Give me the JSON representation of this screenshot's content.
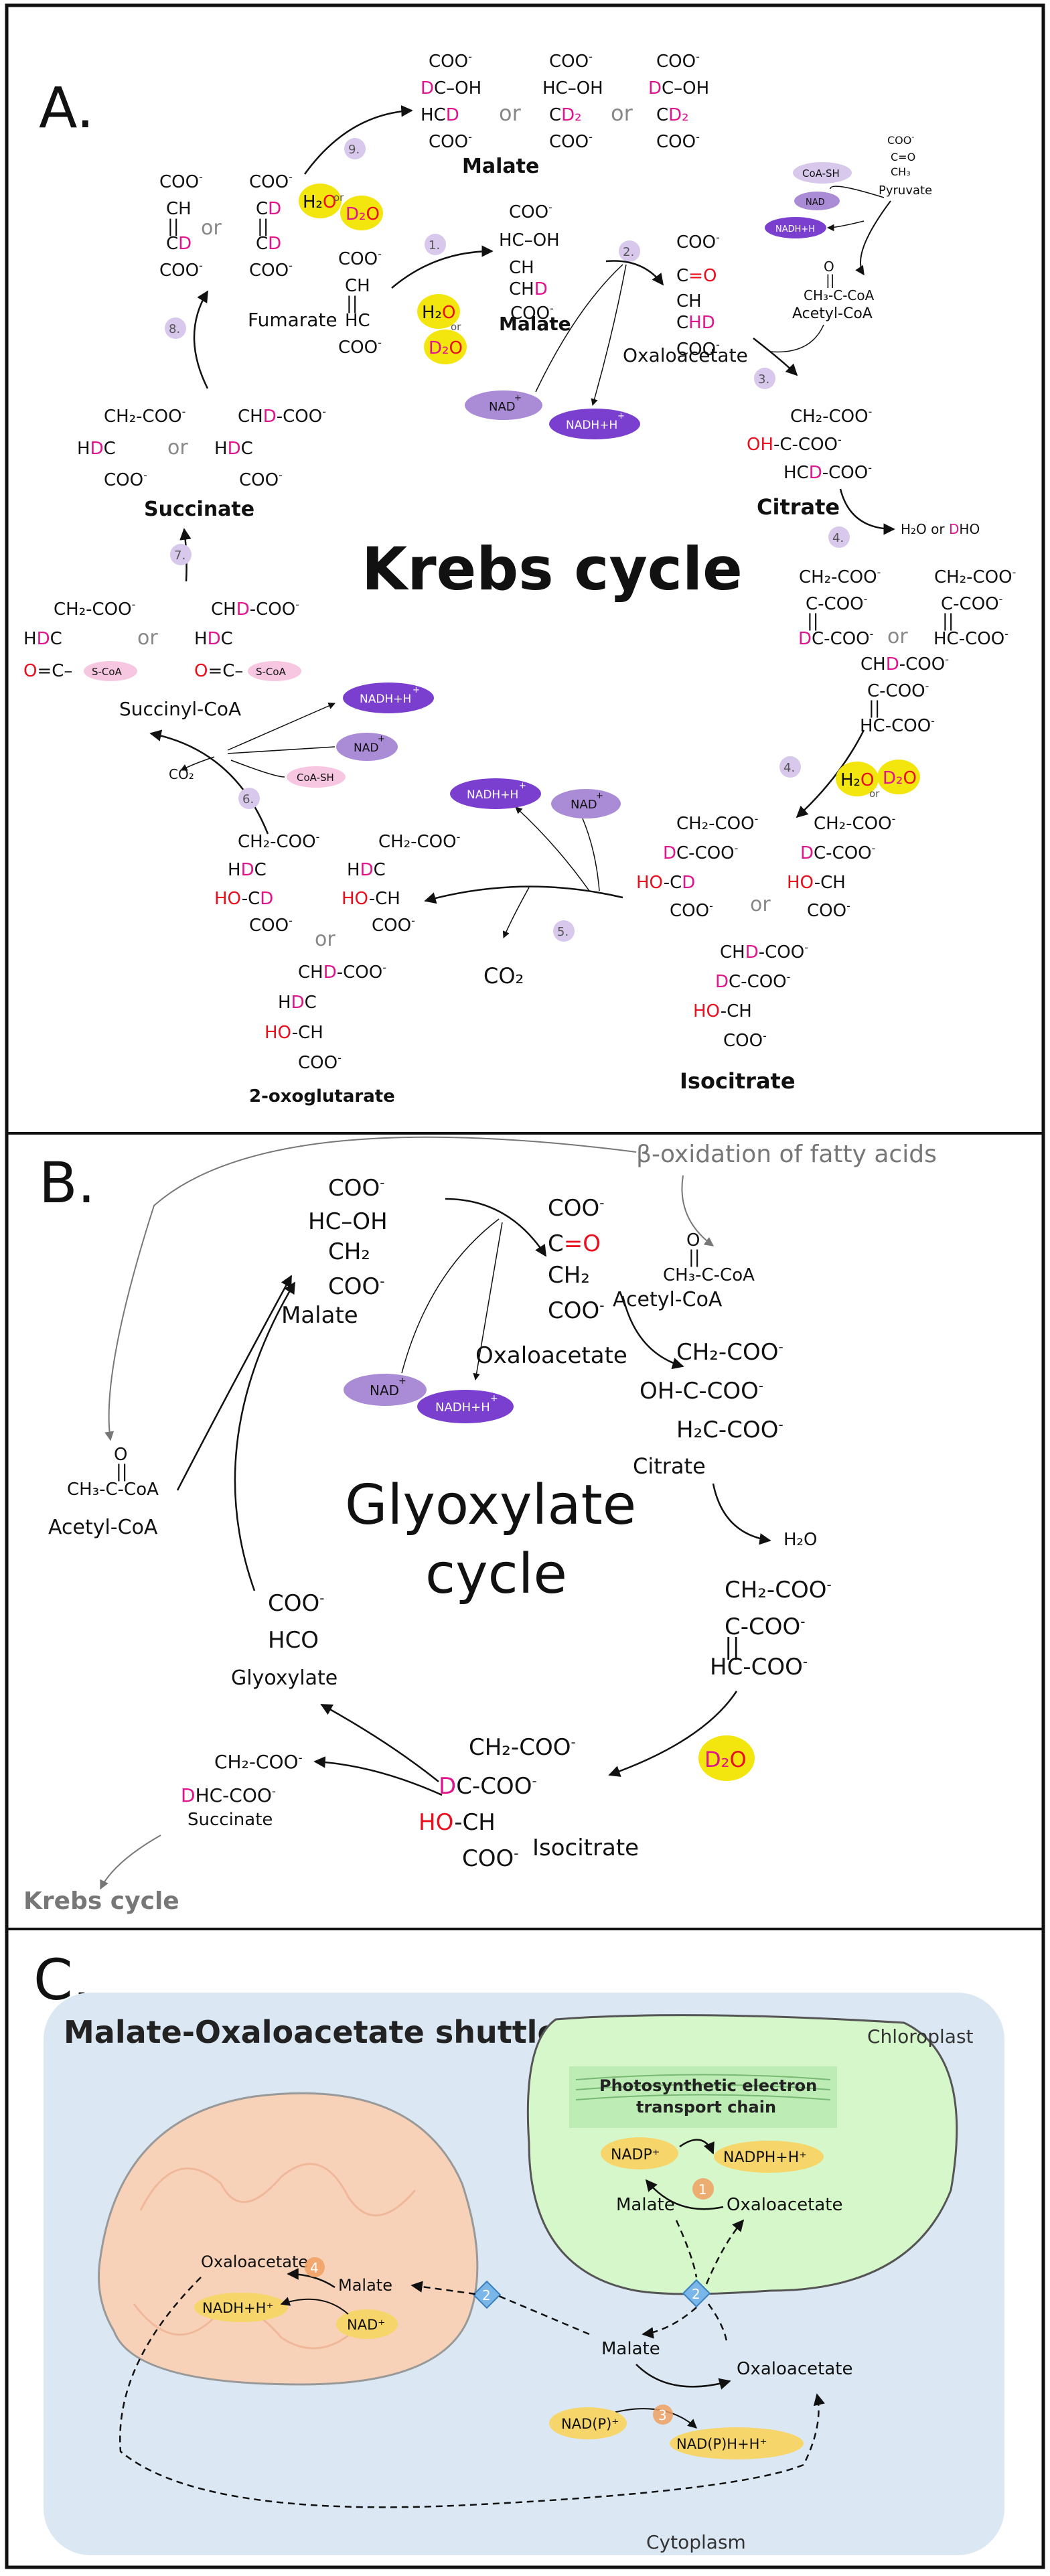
{
  "panel_a": {
    "letter": "A.",
    "title": "Krebs cycle",
    "steps": [
      "1.",
      "2.",
      "3.",
      "4.",
      "4.",
      "5.",
      "6.",
      "7.",
      "8.",
      "9."
    ],
    "malate_label": "Malate",
    "fumarate_label": "Fumarate",
    "oxaloacetate_label": "Oxaloacetate",
    "citrate_label": "Citrate",
    "isocitrate_label": "Isocitrate",
    "oxoglutarate_label": "2-oxoglutarate",
    "succinyl_coa_label": "Succinyl-CoA",
    "succinate_label": "Succinate",
    "pyruvate_label": "Pyruvate",
    "acetyl_coa_label": "Acetyl-CoA",
    "or": "or",
    "nad": "NAD",
    "nadh": "NADH+H",
    "plus": "+",
    "coash": "CoA-SH",
    "scoa": "S-CoA",
    "co2": "CO₂",
    "h2o_or_dho": [
      "H₂O",
      " or ",
      "D",
      "HO"
    ],
    "water": {
      "h2o": "H₂O",
      "or": "or",
      "d2o": "D₂O"
    }
  },
  "panel_b": {
    "letter": "B.",
    "title_line1": "Glyoxylate",
    "title_line2": "cycle",
    "beta_ox": "β-oxidation of fatty acids",
    "krebs_link": "Krebs cycle",
    "malate_label": "Malate",
    "oxaloacetate_label": "Oxaloacetate",
    "acetyl_coa_label": "Acetyl-CoA",
    "citrate_label": "Citrate",
    "isocitrate_label": "Isocitrate",
    "glyoxylate_label": "Glyoxylate",
    "succinate_label": "Succinate",
    "nad": "NAD",
    "nadh": "NADH+H",
    "plus": "+",
    "h2o": "H₂O",
    "d2o": "D₂O"
  },
  "panel_c": {
    "letter": "C.",
    "title": "Malate-Oxaloacetate shuttle",
    "chloroplast": "Chloroplast",
    "cytoplasm": "Cytoplasm",
    "petc_line1": "Photosynthetic electron",
    "petc_line2": "transport chain",
    "nadp": "NADP⁺",
    "nadph": "NADPH+H⁺",
    "malate": "Malate",
    "oxaloacetate": "Oxaloacetate",
    "nadh": "NADH+H⁺",
    "nad": "NAD⁺",
    "nadp_cyt": "NAD(P)⁺",
    "nadph_cyt": "NAD(P)H+H⁺",
    "num1": "1",
    "num2": "2",
    "num3": "3",
    "num4": "4"
  },
  "colors": {
    "deuterium": "#e0148c",
    "oxygen": "#e8101e",
    "step_badge": "#d7c8ec",
    "nad": "#a98bd6",
    "nadh": "#7b3fd0",
    "water": "#f3e60e",
    "coa": "#f7c6e0",
    "chloroplast": "#d6f7c9",
    "mitochondrion": "#f8d2b8",
    "cytoplasm": "#dbe8f3",
    "cofactor_c": "#f6d66a",
    "number_c": "#f0a060"
  }
}
